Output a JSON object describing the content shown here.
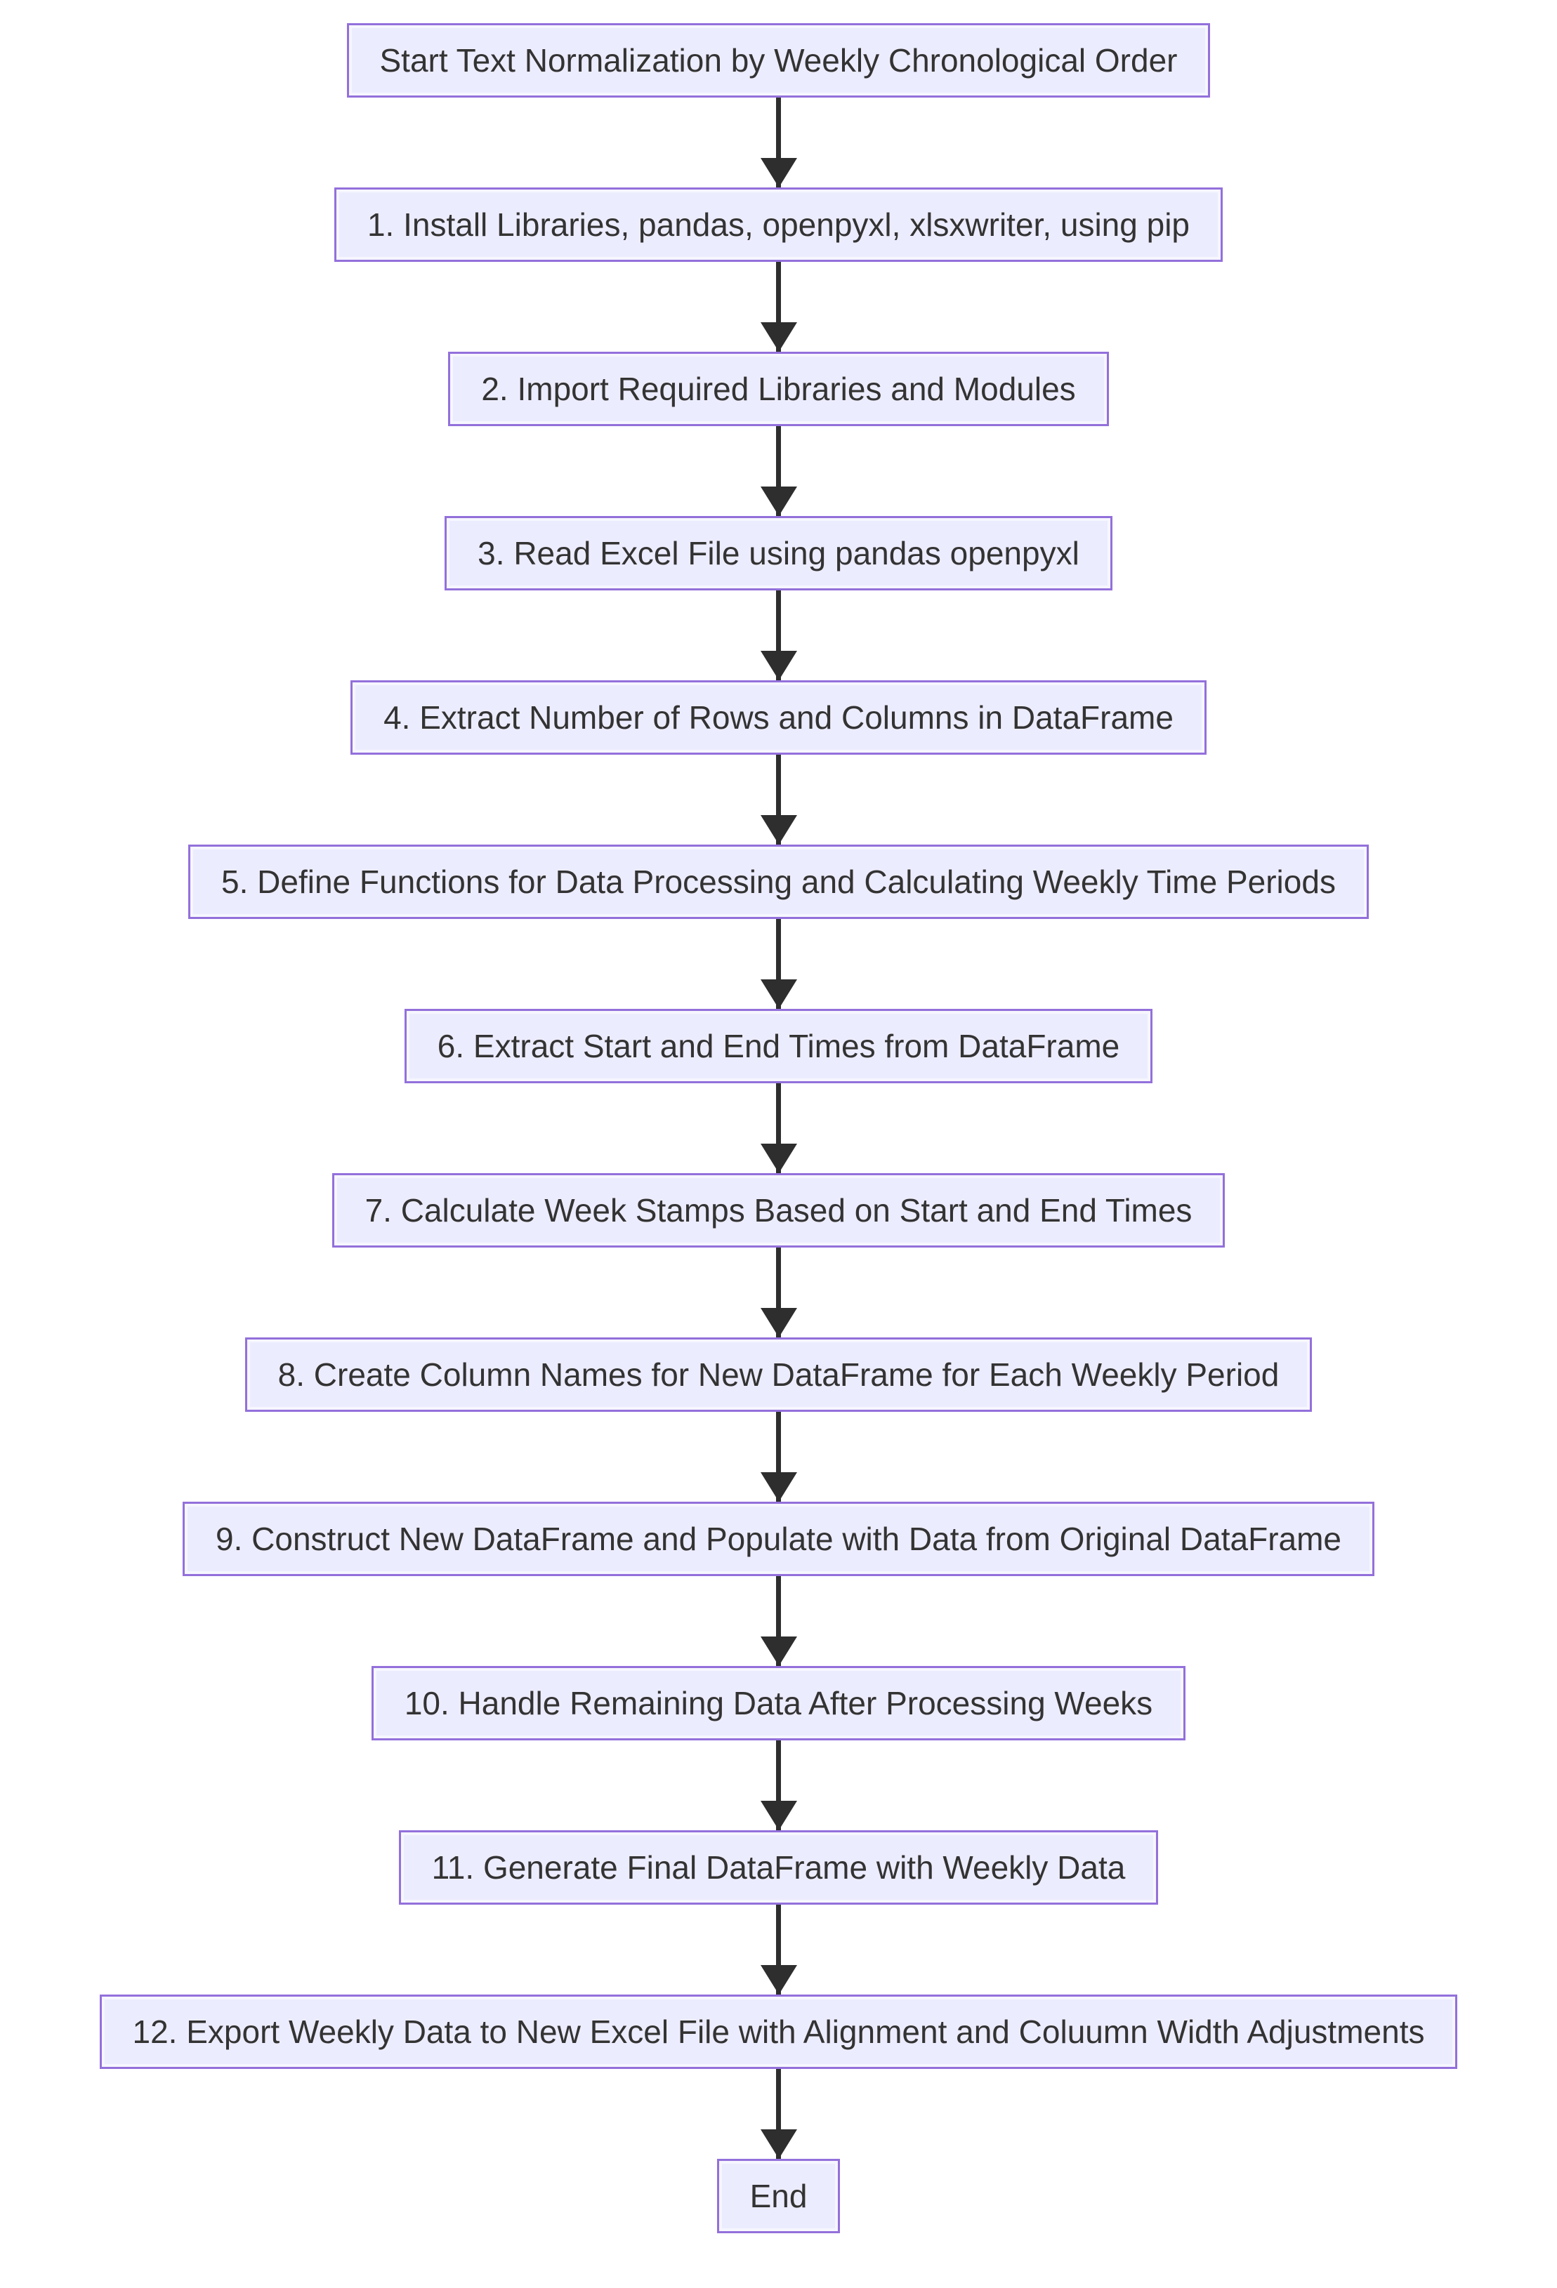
{
  "diagram": {
    "type": "flowchart",
    "direction": "top-down",
    "colors": {
      "node_fill": "#ECECFF",
      "node_border": "#9370DB",
      "text": "#333333",
      "arrow": "#2E2E2E",
      "background": "#FFFFFF"
    },
    "nodes": [
      {
        "id": "start",
        "label": "Start Text Normalization by Weekly Chronological Order"
      },
      {
        "id": "step-1",
        "label": "1. Install Libraries, pandas, openpyxl, xlsxwriter, using pip"
      },
      {
        "id": "step-2",
        "label": "2. Import Required Libraries and Modules"
      },
      {
        "id": "step-3",
        "label": "3. Read Excel File using pandas openpyxl"
      },
      {
        "id": "step-4",
        "label": "4. Extract Number of Rows and Columns in DataFrame"
      },
      {
        "id": "step-5",
        "label": "5. Define Functions for Data Processing and Calculating Weekly Time Periods"
      },
      {
        "id": "step-6",
        "label": "6. Extract Start and End Times from DataFrame"
      },
      {
        "id": "step-7",
        "label": "7. Calculate Week Stamps Based on Start and End Times"
      },
      {
        "id": "step-8",
        "label": "8. Create Column Names for New DataFrame for Each Weekly Period"
      },
      {
        "id": "step-9",
        "label": "9. Construct New DataFrame and Populate with Data from Original DataFrame"
      },
      {
        "id": "step-10",
        "label": "10. Handle Remaining Data After Processing Weeks"
      },
      {
        "id": "step-11",
        "label": "11. Generate Final DataFrame with Weekly Data"
      },
      {
        "id": "step-12",
        "label": "12. Export Weekly Data to New Excel File with Alignment and Coluumn Width Adjustments"
      },
      {
        "id": "end",
        "label": "End"
      }
    ],
    "edges": [
      {
        "from": "start",
        "to": "step-1"
      },
      {
        "from": "step-1",
        "to": "step-2"
      },
      {
        "from": "step-2",
        "to": "step-3"
      },
      {
        "from": "step-3",
        "to": "step-4"
      },
      {
        "from": "step-4",
        "to": "step-5"
      },
      {
        "from": "step-5",
        "to": "step-6"
      },
      {
        "from": "step-6",
        "to": "step-7"
      },
      {
        "from": "step-7",
        "to": "step-8"
      },
      {
        "from": "step-8",
        "to": "step-9"
      },
      {
        "from": "step-9",
        "to": "step-10"
      },
      {
        "from": "step-10",
        "to": "step-11"
      },
      {
        "from": "step-11",
        "to": "step-12"
      },
      {
        "from": "step-12",
        "to": "end"
      }
    ]
  }
}
